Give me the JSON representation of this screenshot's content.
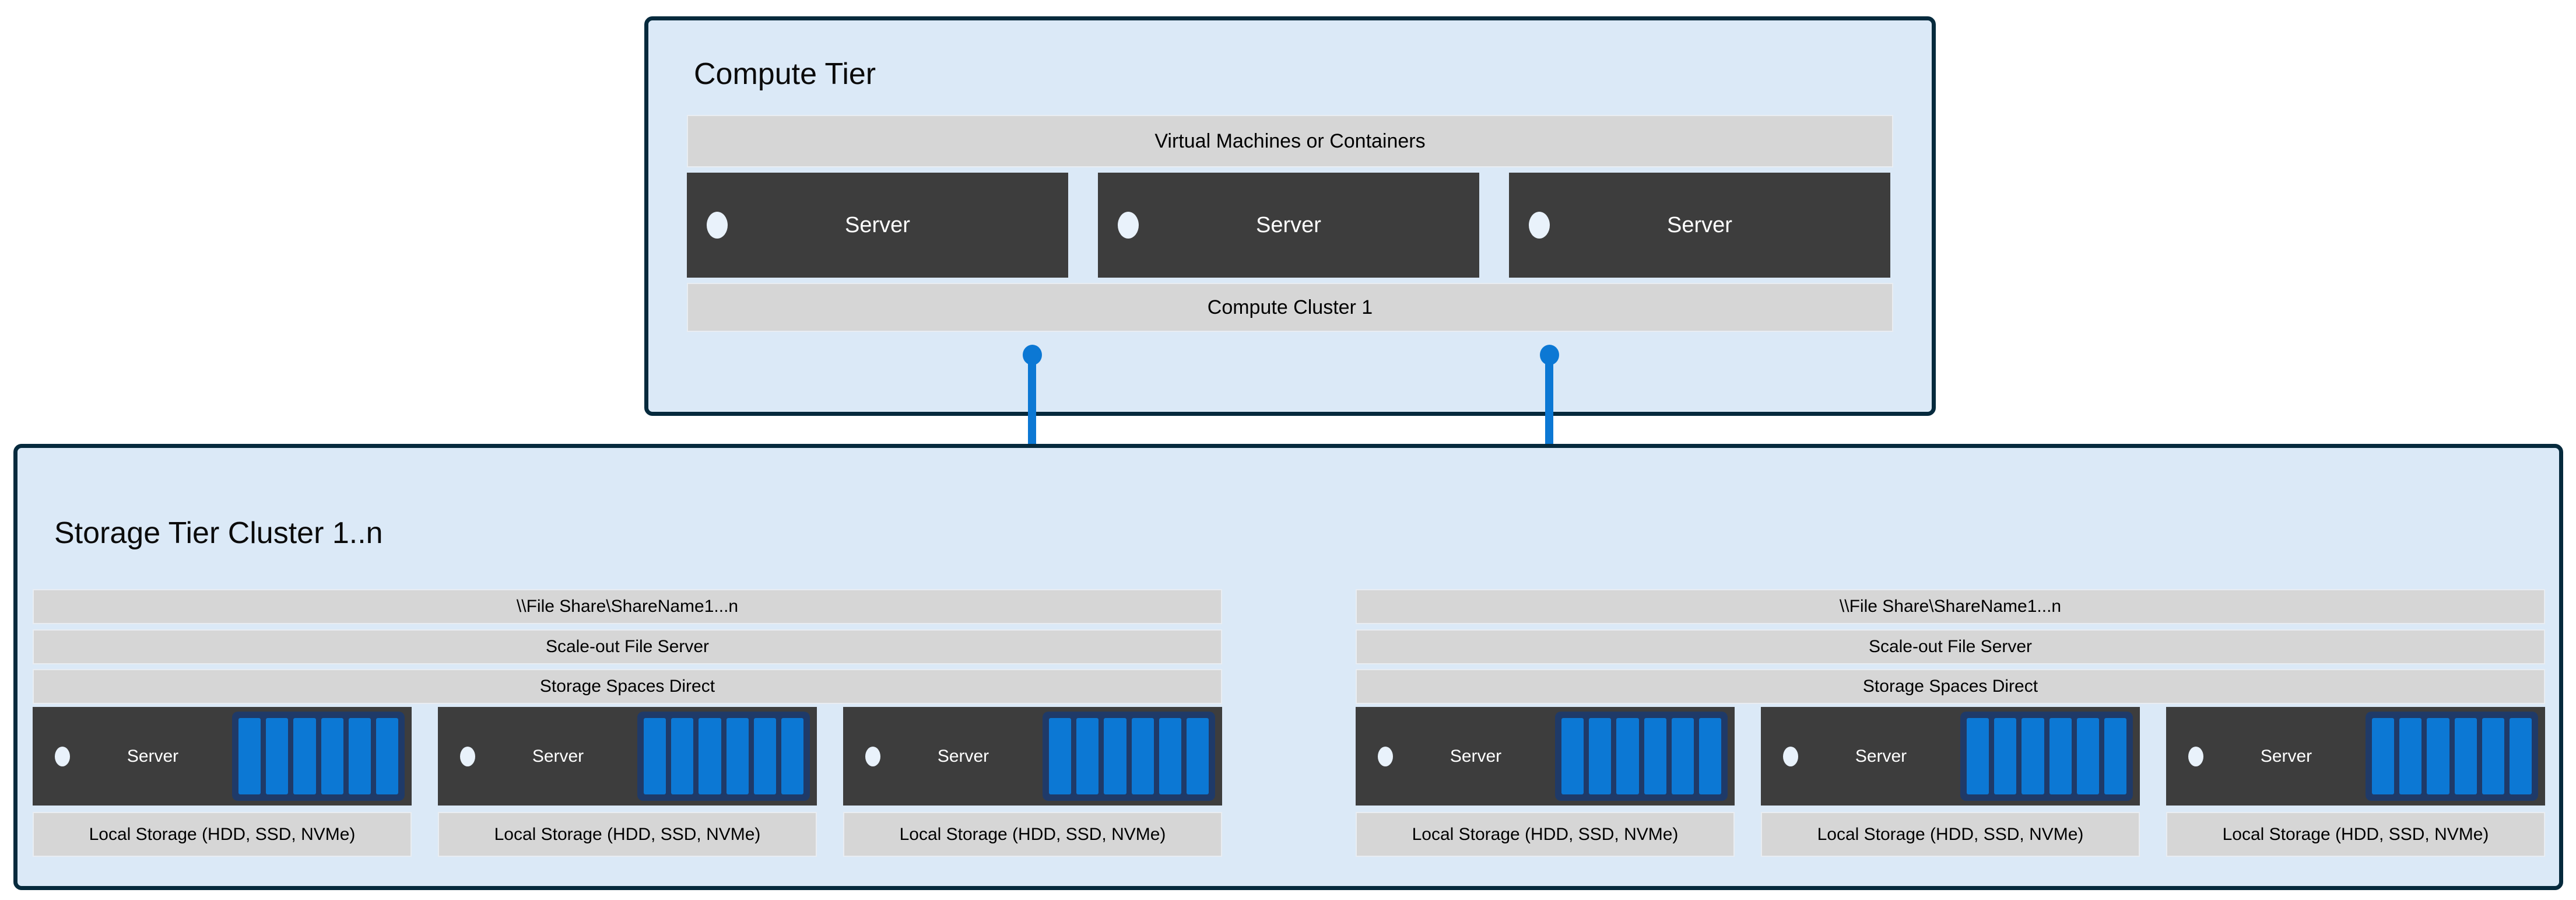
{
  "compute_tier": {
    "title": "Compute Tier",
    "vm_bar_label": "Virtual Machines or Containers",
    "cluster_bar_label": "Compute Cluster 1",
    "servers": [
      {
        "label": "Server"
      },
      {
        "label": "Server"
      },
      {
        "label": "Server"
      }
    ]
  },
  "storage_tier": {
    "title": "Storage Tier Cluster 1..n",
    "clusters": [
      {
        "file_share_label": "\\\\File Share\\ShareName1...n",
        "sofs_label": "Scale-out File Server",
        "s2d_label": "Storage Spaces Direct",
        "servers": [
          {
            "label": "Server",
            "local_storage_label": "Local Storage (HDD, SSD, NVMe)"
          },
          {
            "label": "Server",
            "local_storage_label": "Local Storage (HDD, SSD, NVMe)"
          },
          {
            "label": "Server",
            "local_storage_label": "Local Storage (HDD, SSD, NVMe)"
          }
        ]
      },
      {
        "file_share_label": "\\\\File Share\\ShareName1...n",
        "sofs_label": "Scale-out File Server",
        "s2d_label": "Storage Spaces Direct",
        "servers": [
          {
            "label": "Server",
            "local_storage_label": "Local Storage (HDD, SSD, NVMe)"
          },
          {
            "label": "Server",
            "local_storage_label": "Local Storage (HDD, SSD, NVMe)"
          },
          {
            "label": "Server",
            "local_storage_label": "Local Storage (HDD, SSD, NVMe)"
          }
        ]
      }
    ]
  },
  "icons": {
    "folder": "folder-icon",
    "connector_dot": "connector-endpoint-dot",
    "server_status": "status-dot-icon",
    "disk_array": "disk-array-icon"
  },
  "colors": {
    "panel_fill": "#dbe9f7",
    "panel_border": "#062a3d",
    "bar_gray": "#d6d6d6",
    "server_gray": "#3d3d3d",
    "accent_blue": "#0c78d4",
    "disk_chassis_navy": "#1f3a68",
    "background": "#ffffff"
  }
}
